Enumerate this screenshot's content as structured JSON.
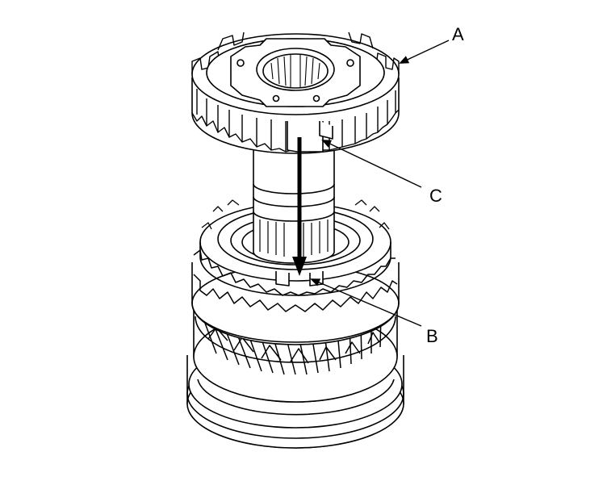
{
  "callouts": {
    "a": "A",
    "b": "B",
    "c": "C"
  },
  "colors": {
    "line": "#000000",
    "paper": "#ffffff"
  }
}
